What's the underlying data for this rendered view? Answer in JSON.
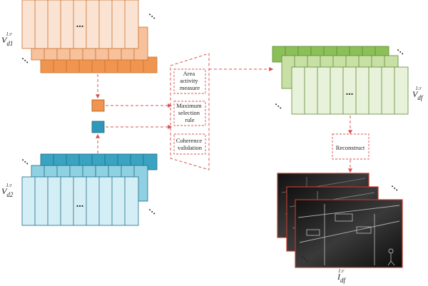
{
  "labels": {
    "vd1": {
      "base": "V",
      "sub": "d1",
      "sup": "1:r"
    },
    "vd2": {
      "base": "V",
      "sub": "d2",
      "sup": "1:r"
    },
    "vdf": {
      "base": "V",
      "sub": "df",
      "sup": "1:r"
    },
    "idf": {
      "base": "I",
      "sub": "df",
      "sup": "1:r"
    }
  },
  "fusion_box": {
    "area_activity": [
      "Area",
      "activity",
      "measure"
    ],
    "max_selection": [
      "Maximum",
      "selection",
      "rule"
    ],
    "coherence": [
      "Coherence",
      "validation"
    ]
  },
  "reconstruct_label": "Reconstruct",
  "ellipsis": "...",
  "diagonal_dots": "···",
  "colors": {
    "orange_front": "#fbe3d3",
    "orange_mid": "#f6c19b",
    "orange_back": "#f0954f",
    "blue_front": "#d4eef6",
    "blue_mid": "#8fd0e2",
    "blue_back": "#3aa3c2",
    "green_front": "#e8f2da",
    "green_mid": "#c8e0a6",
    "green_back": "#8bbf57",
    "arrow": "#d9534f",
    "orange_square": "#f0954f",
    "blue_square": "#2f97b8"
  }
}
